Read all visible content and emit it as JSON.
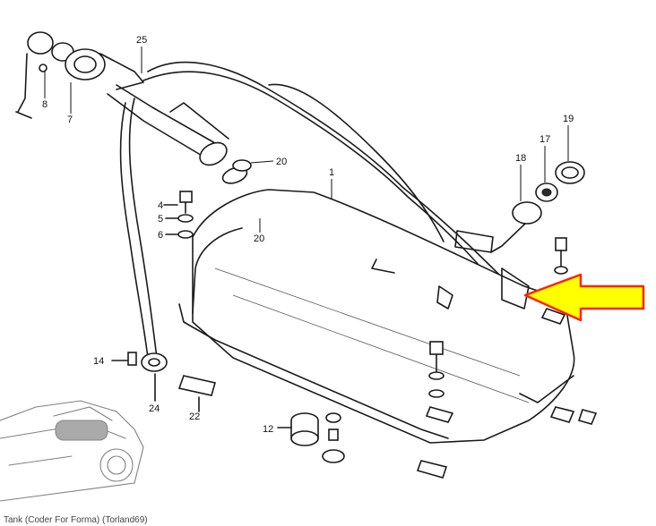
{
  "callouts": {
    "c25": "25",
    "c8": "8",
    "c7": "7",
    "c20a": "20",
    "c20b": "20",
    "c1": "1",
    "c19": "19",
    "c17": "17",
    "c18": "18",
    "c4": "4",
    "c5": "5",
    "c6": "6",
    "c14": "14",
    "c24": "24",
    "c22": "22",
    "c12": "12"
  },
  "caption": "Tank (Coder For Forma) (Torland69)",
  "colors": {
    "arrow_fill": "#ffff00",
    "arrow_stroke": "#ff2200",
    "ink": "#1a1a1a"
  },
  "icons": {
    "arrow": "pointer-arrow-icon"
  }
}
